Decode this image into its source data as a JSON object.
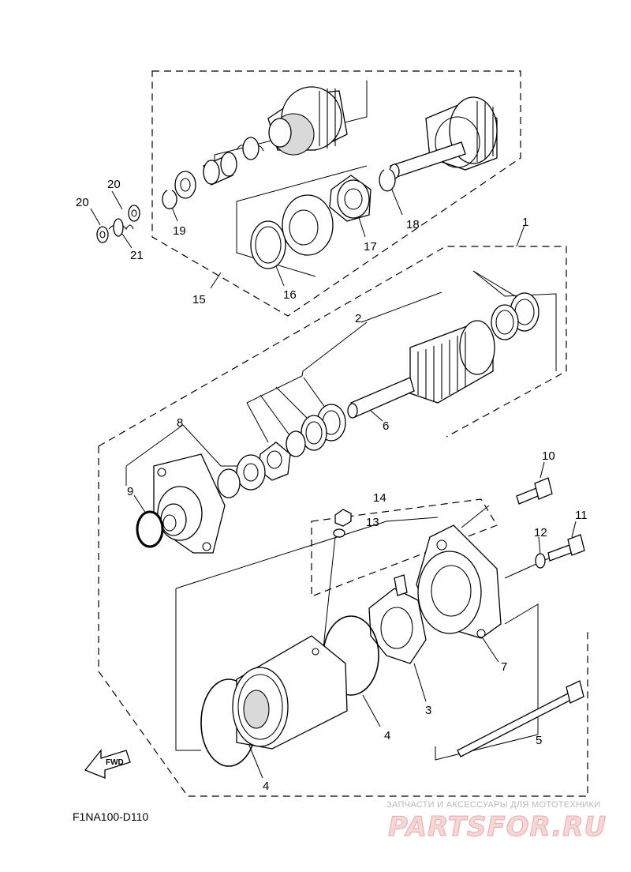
{
  "diagram_code": "F1NA100-D110",
  "fwd_label": "FWD",
  "watermark": {
    "tagline": "ЗАПЧАСТИ И АКСЕССУАРЫ ДЛЯ МОТОТЕХНИКИ",
    "brand": "PARTSFOR.RU"
  },
  "callouts": {
    "c1": "1",
    "c2": "2",
    "c3": "3",
    "c4a": "4",
    "c4b": "4",
    "c5": "5",
    "c6": "6",
    "c7": "7",
    "c8": "8",
    "c9": "9",
    "c10": "10",
    "c11": "11",
    "c12": "12",
    "c13": "13",
    "c14": "14",
    "c15": "15",
    "c16": "16",
    "c17": "17",
    "c18": "18",
    "c19": "19",
    "c20a": "20",
    "c20b": "20",
    "c21": "21"
  }
}
